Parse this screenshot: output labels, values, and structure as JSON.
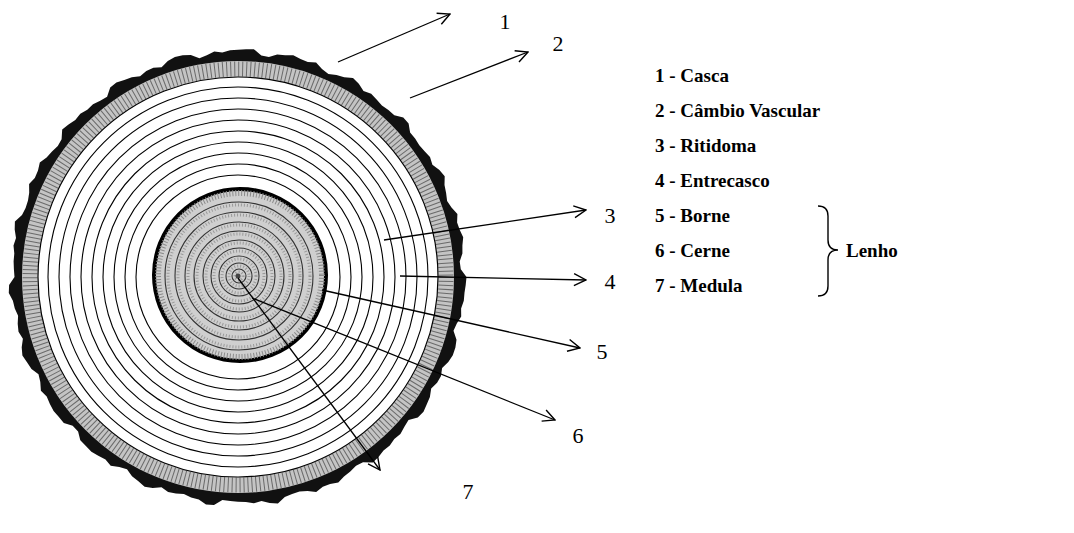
{
  "diagram": {
    "labels": [
      "1",
      "2",
      "3",
      "4",
      "5",
      "6",
      "7",
      "1 - Casca",
      "2 - Câmbio Vascular",
      "3 - Ritidoma",
      "4 - Entrecasco",
      "5 - Borne",
      "6 - Cerne",
      "7 - Medula",
      "Lenho"
    ]
  }
}
